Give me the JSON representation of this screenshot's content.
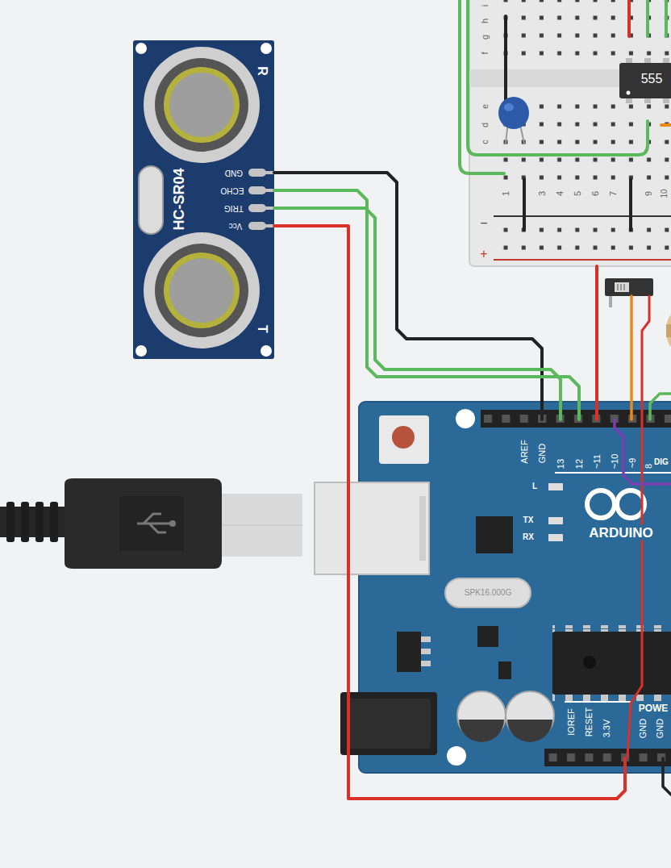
{
  "diagram": {
    "nodes": [
      {
        "text": [
          "HC-SR04",
          "GND",
          "ECHO",
          "TRIG",
          "Vcc",
          "R",
          "T"
        ]
      },
      {
        "text": [
          "i",
          "h",
          "g",
          "f",
          "e",
          "d",
          "c",
          "1",
          "3",
          "4",
          "5",
          "6",
          "7",
          "9",
          "10",
          "−",
          "+"
        ]
      },
      {
        "text": [
          "555"
        ],
        "in": 1
      },
      {
        "text": [
          "AREF",
          "GND",
          "13",
          "12",
          "~11",
          "~10",
          "~9",
          "8",
          "DIG",
          "L",
          "TX",
          "RX",
          "ARDUINO",
          "SPK16.000G",
          "IOREF",
          "RESET",
          "3.3V",
          "GND",
          "GND",
          "POWE"
        ]
      }
    ],
    "edges": [
      {
        "from": 0,
        "to": 3,
        "arrow": "none"
      },
      {
        "from": 0,
        "to": 3,
        "arrow": "none"
      },
      {
        "from": 0,
        "to": 3,
        "arrow": "none"
      },
      {
        "from": 0,
        "to": 3,
        "arrow": "none"
      },
      {
        "from": 1,
        "to": 3,
        "arrow": "none"
      }
    ]
  }
}
